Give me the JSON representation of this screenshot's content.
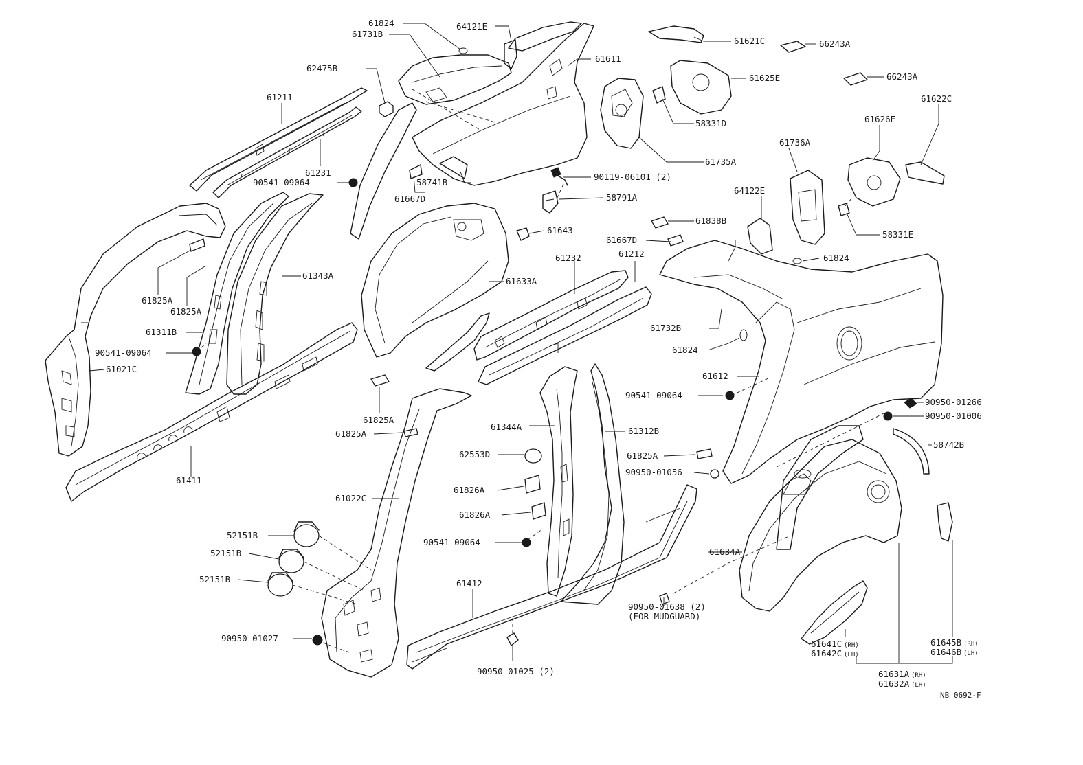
{
  "labels": {
    "p61824a": "61824",
    "p64121e": "64121E",
    "p61731b": "61731B",
    "p61621c": "61621C",
    "p66243a1": "66243A",
    "p62475b": "62475B",
    "p61611": "61611",
    "p61625e": "61625E",
    "p66243a2": "66243A",
    "p61211": "61211",
    "p58331d": "58331D",
    "p61622c": "61622C",
    "p61626e": "61626E",
    "p61231": "61231",
    "p61735a": "61735A",
    "p61736a": "61736A",
    "p90541a": "90541-09064",
    "p90119": "90119-06101 (2)",
    "p58741b": "58741B",
    "p61667d1": "61667D",
    "p58791a": "58791A",
    "p64122e": "64122E",
    "p61838b": "61838B",
    "p58331e": "58331E",
    "p61643": "61643",
    "p61667d2": "61667D",
    "p61824b": "61824",
    "p61343a": "61343A",
    "p61232": "61232",
    "p61212": "61212",
    "p61633a": "61633A",
    "p61825a1": "61825A",
    "p61825a2": "61825A",
    "p61732b": "61732B",
    "p61311b": "61311B",
    "p90541b": "90541-09064",
    "p61824c": "61824",
    "p61021c": "61021C",
    "p61612": "61612",
    "p90541c": "90541-09064",
    "p90950_01266": "90950-01266",
    "p90950_01006": "90950-01006",
    "p61825a3": "61825A",
    "p61825a4": "61825A",
    "p61344a": "61344A",
    "p61312b": "61312B",
    "p58742b": "58742B",
    "p62553d": "62553D",
    "p61825a5": "61825A",
    "p61411": "61411",
    "p90950_01056": "90950-01056",
    "p61826a1": "61826A",
    "p61022c": "61022C",
    "p61826a2": "61826A",
    "p52151b1": "52151B",
    "p90541d": "90541-09064",
    "p52151b2": "52151B",
    "p61634a": "61634A",
    "p61412": "61412",
    "p52151b3": "52151B",
    "p90950_01638": "90950-01638 (2)",
    "p_mudguard": "(FOR MUDGUARD)",
    "p90950_01027": "90950-01027",
    "p61641c": "61641C",
    "p61641c_rh": "(RH)",
    "p61642c": "61642C",
    "p61642c_lh": "(LH)",
    "p61645b": "61645B",
    "p61645b_rh": "(RH)",
    "p61646b": "61646B",
    "p61646b_lh": "(LH)",
    "p90950_01025": "90950-01025 (2)",
    "p61631a": "61631A",
    "p61631a_rh": "(RH)",
    "p61632a": "61632A",
    "p61632a_lh": "(LH)"
  },
  "figure_code": "NB 0692-F"
}
